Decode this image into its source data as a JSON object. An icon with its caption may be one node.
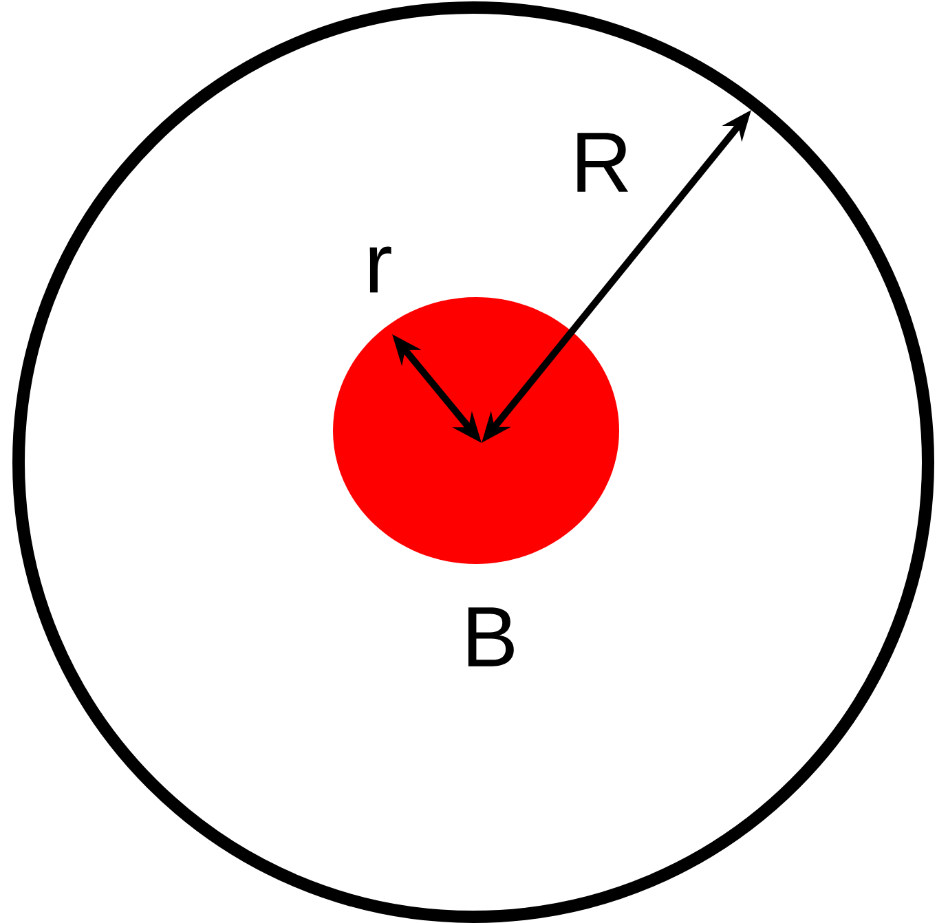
{
  "diagram": {
    "nodes": [
      {
        "text": [],
        "shape": "circle"
      },
      {
        "text": [],
        "shape": "circle",
        "in": 0,
        "beside": [
          "B"
        ]
      }
    ],
    "labels": [
      "R",
      "r"
    ]
  }
}
